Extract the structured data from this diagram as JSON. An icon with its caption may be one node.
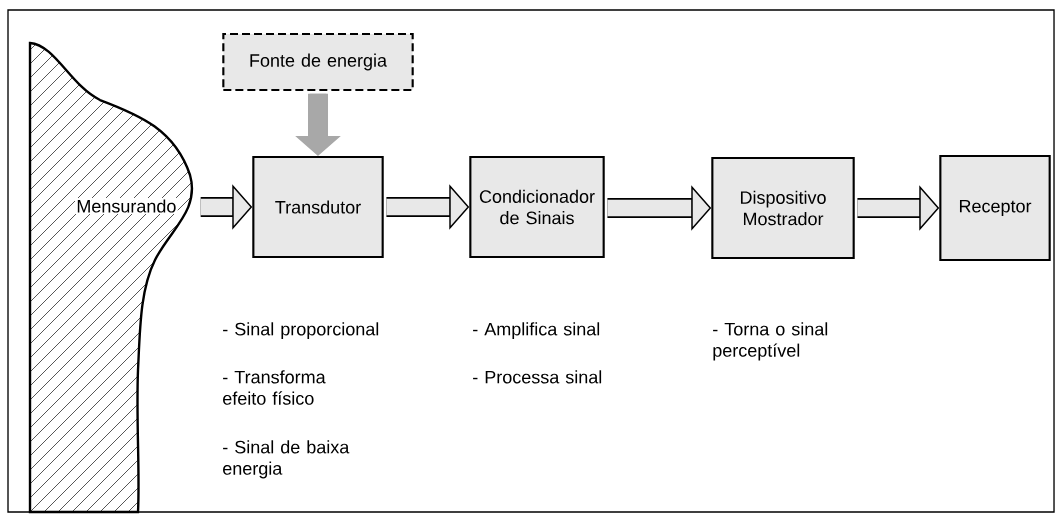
{
  "diagram": {
    "nodes": [
      {
        "text": [
          "Fonte de energia"
        ]
      },
      {
        "text": [
          "Mensurando"
        ]
      },
      {
        "text": [
          "Transdutor"
        ],
        "beside": [
          "- Sinal proporcional",
          "- Transforma efeito físico",
          "- Sinal de baixa energia"
        ]
      },
      {
        "text": [
          "Condicionador de Sinais"
        ],
        "beside": [
          "- Amplifica sinal",
          "- Processa sinal"
        ]
      },
      {
        "text": [
          "Dispositivo Mostrador"
        ],
        "beside": [
          "- Torna o sinal perceptível"
        ]
      },
      {
        "text": [
          "Receptor"
        ]
      }
    ],
    "edges": [
      {
        "from": 0,
        "to": 2,
        "arrow": "to",
        "color": "#a8a8a8"
      },
      {
        "from": 1,
        "to": 2,
        "arrow": "to"
      },
      {
        "from": 2,
        "to": 3,
        "arrow": "to"
      },
      {
        "from": 3,
        "to": 4,
        "arrow": "to"
      },
      {
        "from": 4,
        "to": 5,
        "arrow": "to"
      }
    ]
  }
}
